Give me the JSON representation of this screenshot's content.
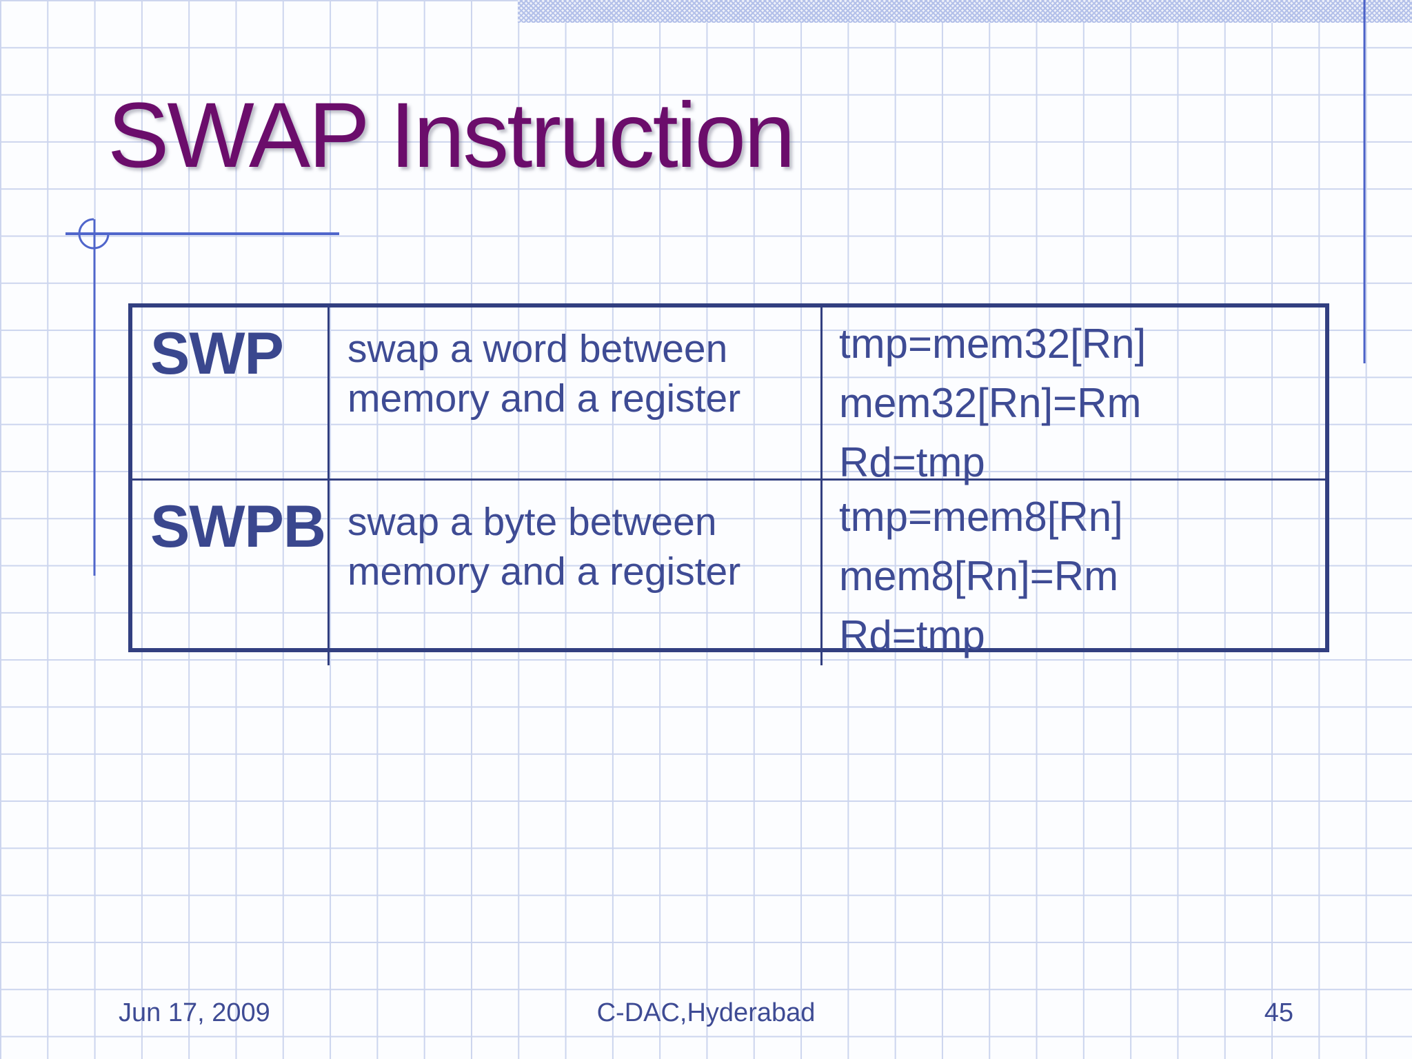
{
  "slide": {
    "title": "SWAP Instruction",
    "footer": {
      "date": "Jun 17, 2009",
      "org": "C-DAC,Hyderabad",
      "page_number": "45"
    }
  },
  "table": {
    "rows": [
      {
        "mnemonic": "SWP",
        "description_line1": "swap a word between",
        "description_line2": "memory and a register",
        "code": [
          "tmp=mem32[Rn]",
          "mem32[Rn]=Rm",
          "Rd=tmp"
        ]
      },
      {
        "mnemonic": "SWPB",
        "description_line1": "swap a byte between",
        "description_line2": "memory and a register",
        "code": [
          "tmp=mem8[Rn]",
          "mem8[Rn]=Rm",
          "Rd=tmp"
        ]
      }
    ]
  },
  "colors": {
    "title": "#6b0d6b",
    "body_text": "#3e4b94",
    "table_border": "#323f80",
    "grid_line": "#ccd5ee",
    "ornament_blue": "#5066cb"
  }
}
